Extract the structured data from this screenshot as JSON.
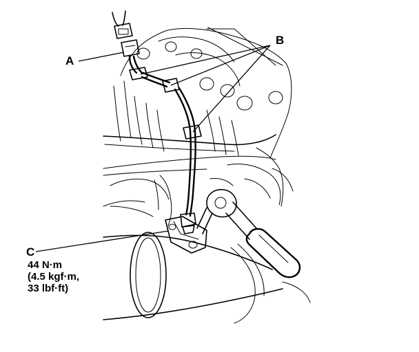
{
  "callouts": {
    "a": {
      "letter": "A"
    },
    "b": {
      "letter": "B"
    },
    "c": {
      "letter": "C",
      "torque_line1": "44 N·m",
      "torque_line2": "(4.5 kgf·m,",
      "torque_line3": "33 lbf·ft)"
    }
  }
}
